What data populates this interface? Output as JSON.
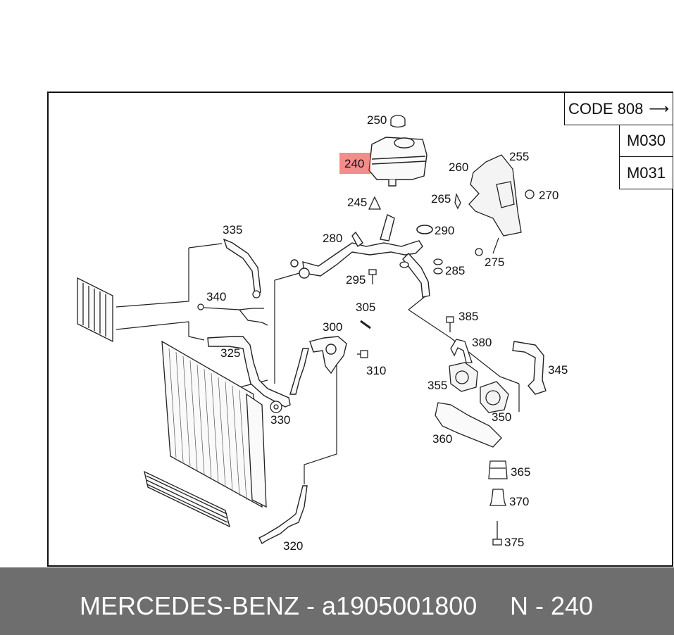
{
  "codes": {
    "code_808": "CODE 808",
    "m030": "M030",
    "m031": "M031"
  },
  "parts": {
    "p250": "250",
    "p240": "240",
    "p245": "245",
    "p255": "255",
    "p260": "260",
    "p265": "265",
    "p270": "270",
    "p275": "275",
    "p280": "280",
    "p285": "285",
    "p290": "290",
    "p295": "295",
    "p300": "300",
    "p305": "305",
    "p310": "310",
    "p320": "320",
    "p325": "325",
    "p330": "330",
    "p335": "335",
    "p340": "340",
    "p345": "345",
    "p350": "350",
    "p355": "355",
    "p360": "360",
    "p365": "365",
    "p370": "370",
    "p375": "375",
    "p380": "380",
    "p385": "385"
  },
  "highlight_color": "#e8302a",
  "footer": {
    "brand_part": "MERCEDES-BENZ - a1905001800",
    "ref": "N - 240"
  }
}
